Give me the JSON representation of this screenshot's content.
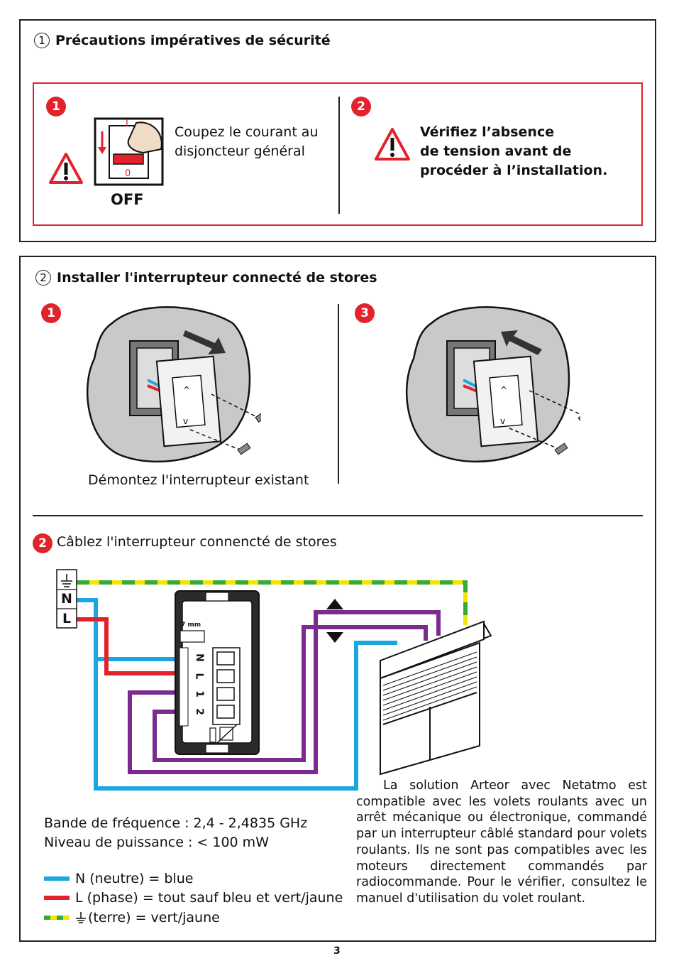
{
  "section1": {
    "number": "1",
    "title": "Précautions impératives de sécurité",
    "step1": {
      "badge": "1",
      "text_line1": "Coupez le courant au",
      "text_line2": "disjoncteur général",
      "switch_on": "I",
      "switch_off": "0",
      "off_label": "OFF"
    },
    "step2": {
      "badge": "2",
      "line1": "Vérifiez l’absence",
      "line2": "de tension avant de",
      "line3": "procéder à l’installation."
    }
  },
  "section2": {
    "number": "2",
    "title": "Installer l'interrupteur connecté de stores",
    "step1": {
      "badge": "1",
      "caption": "Démontez l'interrupteur existant"
    },
    "step3": {
      "badge": "3"
    },
    "step2": {
      "badge": "2",
      "title": "Câblez l'interrupteur connencté de stores"
    },
    "wiring": {
      "terminal_block": [
        "N",
        "L"
      ],
      "device_terminals": [
        "N",
        "L",
        "1",
        "2"
      ],
      "strip_length": "7 mm"
    },
    "frequency": "Bande de fréquence : 2,4 - 2,4835 GHz",
    "power": "Niveau de puissance : < 100 mW",
    "legend": [
      {
        "label": "N (neutre) = blue",
        "color": "#1ba6e0"
      },
      {
        "label": "L (phase) = tout sauf bleu et vert/jaune",
        "color": "#e3232b"
      },
      {
        "label": "(terre) = vert/jaune",
        "color": "#3aa935"
      }
    ],
    "note": "La solution Arteor avec Netatmo est compatible avec les volets roulants avec un arrêt mécanique ou électronique, commandé par un interrupteur câblé standard pour volets roulants. Ils ne sont pas compatibles avec les moteurs directement commandés par radiocommande. Pour le vérifier, consultez le manuel d'utilisation du volet roulant."
  },
  "page_number": "3",
  "colors": {
    "red": "#e3232b",
    "blue": "#1ba6e0",
    "purple": "#7b2a8f",
    "green": "#3aa935",
    "yellow": "#f2e500"
  }
}
